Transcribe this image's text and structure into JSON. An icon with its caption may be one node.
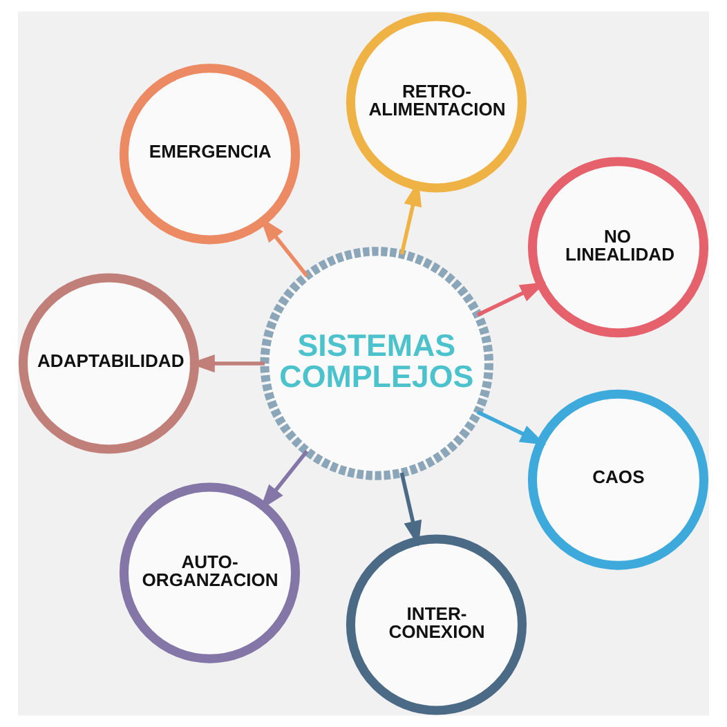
{
  "diagram": {
    "nodes": [
      {
        "text": [
          "RETRO- ALIMENTACION"
        ]
      },
      {
        "text": [
          "EMERGENCIA"
        ]
      },
      {
        "text": [
          "NO LINEALIDAD"
        ]
      },
      {
        "text": [
          "SISTEMAS COMPLEJOS"
        ]
      },
      {
        "text": [
          "ADAPTABILIDAD"
        ]
      },
      {
        "text": [
          "CAOS"
        ]
      },
      {
        "text": [
          "AUTO- ORGANZACION"
        ]
      },
      {
        "text": [
          "INTER- CONEXION"
        ]
      }
    ],
    "edges": [
      {
        "from": 3,
        "to": 0,
        "arrow": "to",
        "color": "#efb345"
      },
      {
        "from": 3,
        "to": 2,
        "arrow": "to",
        "color": "#e5626d"
      },
      {
        "from": 3,
        "to": 5,
        "arrow": "to",
        "color": "#3ea9db"
      },
      {
        "from": 3,
        "to": 7,
        "arrow": "to",
        "color": "#4b6a86"
      },
      {
        "from": 3,
        "to": 6,
        "arrow": "to",
        "color": "#8476a6"
      },
      {
        "from": 3,
        "to": 4,
        "arrow": "to",
        "color": "#c17f7a"
      },
      {
        "from": 3,
        "to": 1,
        "arrow": "to",
        "color": "#ec8a63"
      }
    ]
  }
}
